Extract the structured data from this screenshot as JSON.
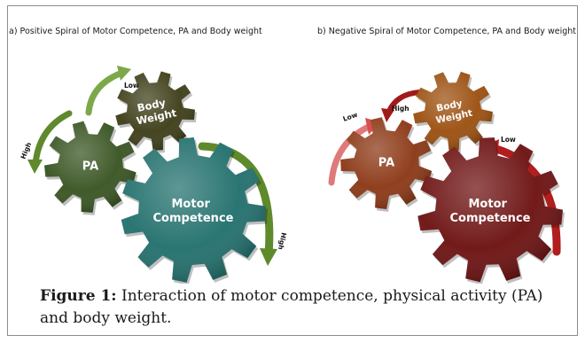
{
  "panels": {
    "a": {
      "title": "a) Positive Spiral of Motor Competence, PA and Body weight",
      "gears": {
        "body_weight": [
          "Body",
          "Weight"
        ],
        "pa": [
          "PA"
        ],
        "motor_competence": [
          "Motor",
          "Competence"
        ]
      },
      "arrow_labels": {
        "low": "Low",
        "high_left": "High",
        "high_right": "High"
      },
      "colors": {
        "body_weight": "#3b3b16",
        "pa": "#36521f",
        "motor_competence": "#1f6e6b",
        "arrows": "#5e8a2c"
      }
    },
    "b": {
      "title": "b) Negative Spiral of Motor Competence, PA and Body weight",
      "gears": {
        "body_weight": [
          "Body",
          "Weight"
        ],
        "pa": [
          "PA"
        ],
        "motor_competence": [
          "Motor",
          "Competence"
        ]
      },
      "arrow_labels": {
        "low_left": "Low",
        "high": "High",
        "low_right": "Low"
      },
      "colors": {
        "body_weight": "#9a4d0c",
        "pa": "#8a3512",
        "motor_competence": "#6b0e0e",
        "arrows": "#c22a2a"
      }
    }
  },
  "caption": {
    "label": "Figure 1:",
    "text": " Interaction of motor competence, physical activity (PA) and body weight."
  }
}
